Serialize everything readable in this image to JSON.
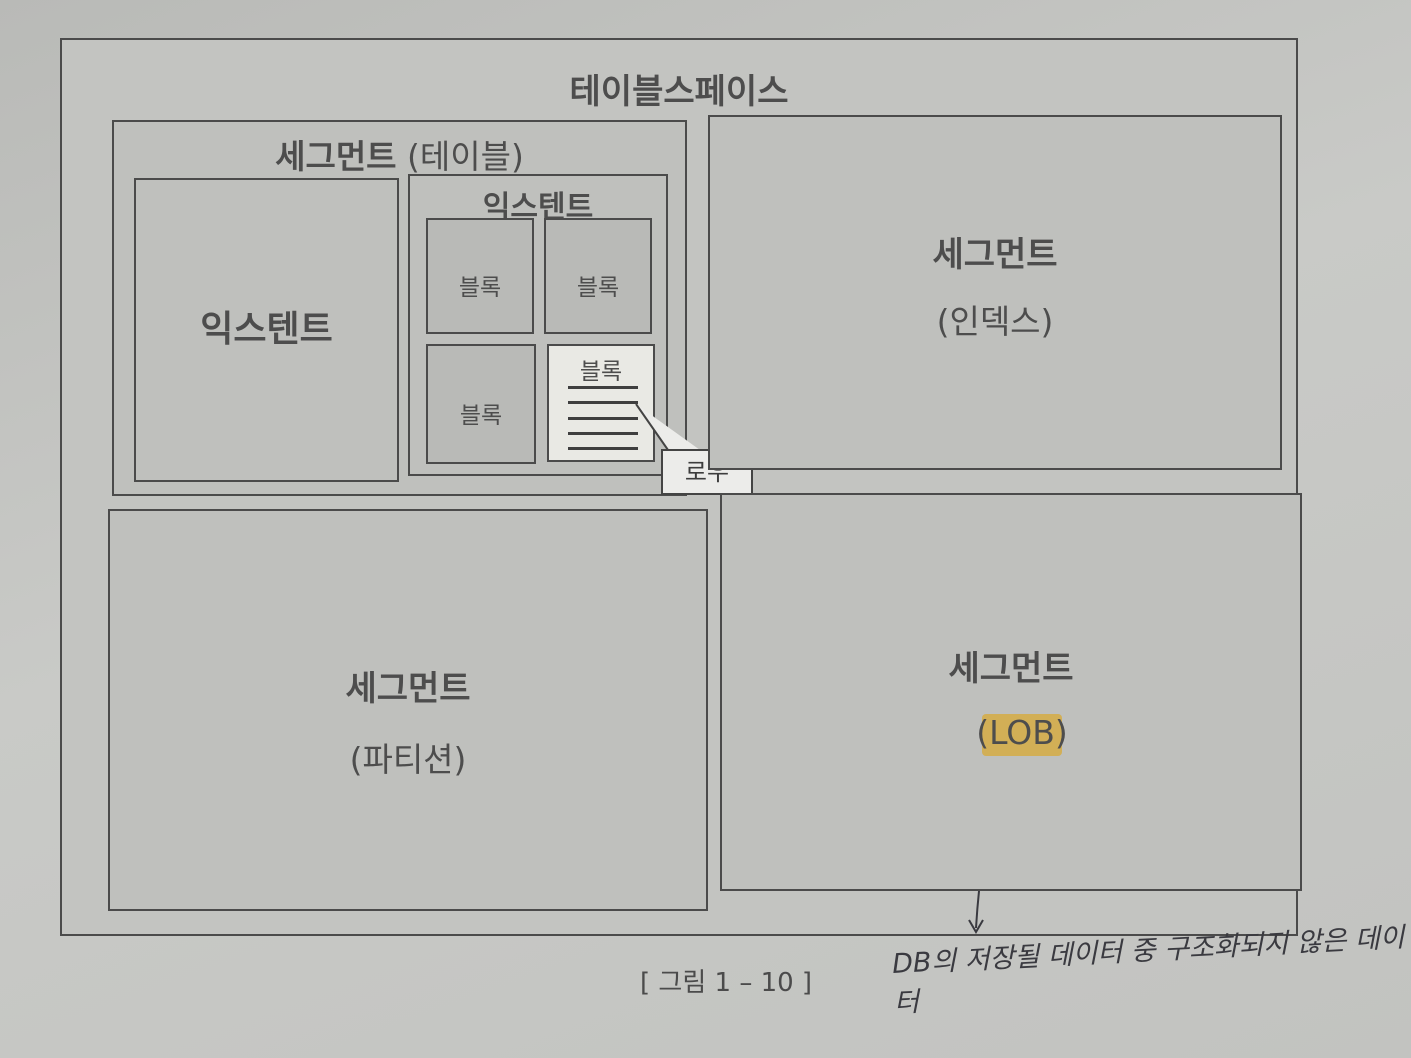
{
  "tablespace": {
    "title": "테이블스페이스"
  },
  "segment_table": {
    "title": "세그먼트",
    "subtitle": "(테이블)",
    "extent_left": {
      "label": "익스텐트"
    },
    "extent_right": {
      "label": "익스텐트",
      "blocks": [
        "블록",
        "블록",
        "블록",
        "블록"
      ]
    },
    "row_callout": "로우"
  },
  "segment_index": {
    "title": "세그먼트",
    "subtitle": "(인덱스)"
  },
  "segment_partition": {
    "title": "세그먼트",
    "subtitle": "(파티션)"
  },
  "segment_lob": {
    "title": "세그먼트",
    "subtitle": "(LOB)",
    "highlight_color": "#d8aa34"
  },
  "figure_caption": "[ 그림 1 – 10 ]",
  "handwritten_note": "DB의 저장될 데이터 중 구조화되지 않은 데이터"
}
